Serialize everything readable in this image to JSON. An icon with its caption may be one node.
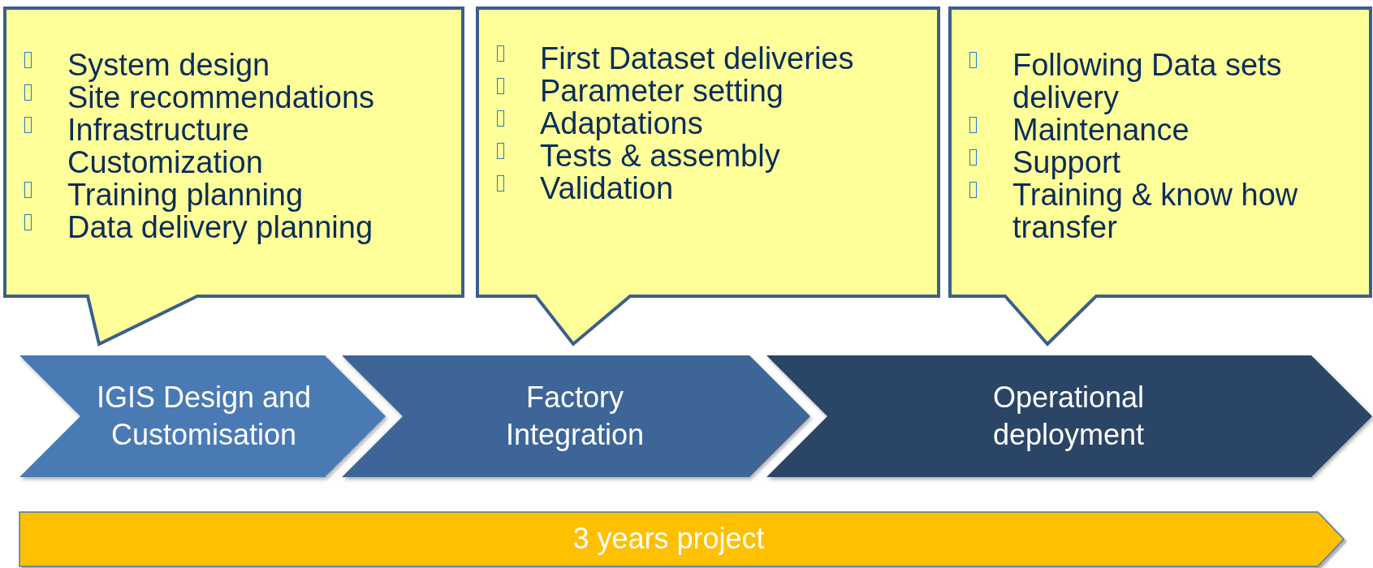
{
  "diagram": {
    "nodes": [
      {
        "text": [
          "System design",
          "Site recommendations",
          "Infrastructure Customization",
          "Training planning",
          "Data delivery planning"
        ]
      },
      {
        "text": [
          "First Dataset deliveries",
          "Parameter setting",
          "Adaptations",
          "Tests & assembly",
          "Validation"
        ]
      },
      {
        "text": [
          "Following Data sets delivery",
          "Maintenance",
          "Support",
          "Training & know how transfer"
        ]
      },
      {
        "text": [
          "IGIS Design and Customisation"
        ]
      },
      {
        "text": [
          "Factory Integration"
        ]
      },
      {
        "text": [
          "Operational deployment"
        ]
      },
      {
        "text": [
          "3 years project"
        ]
      }
    ]
  }
}
